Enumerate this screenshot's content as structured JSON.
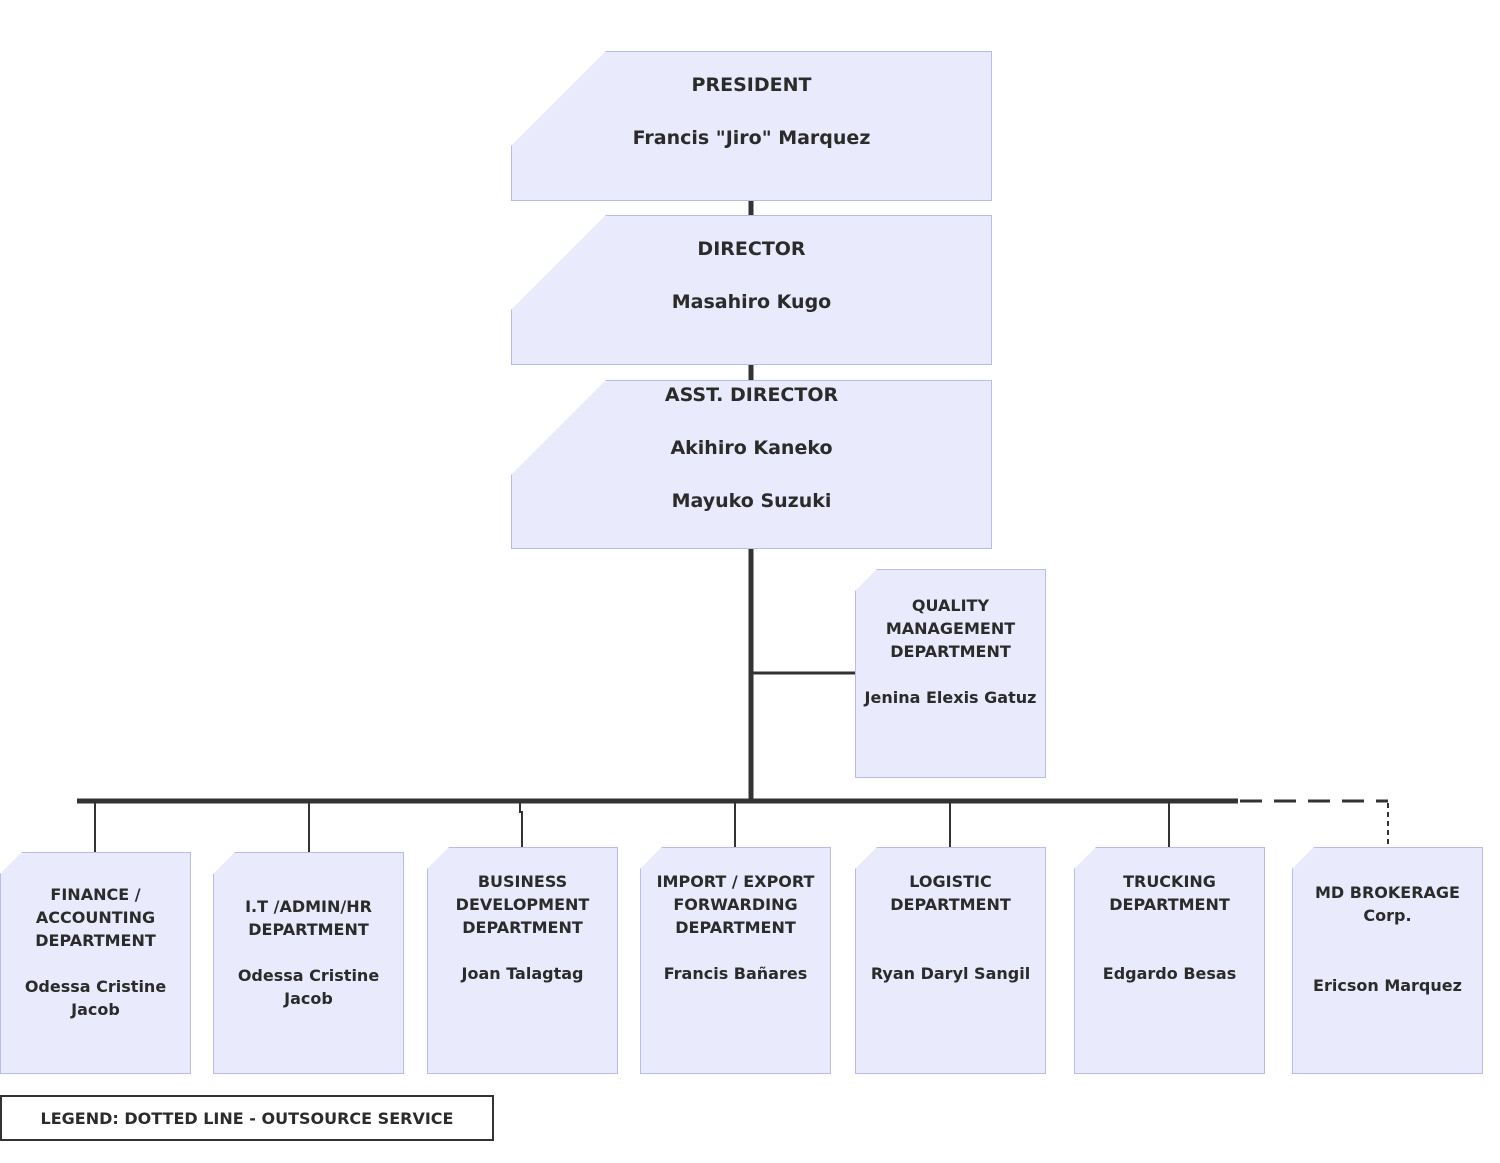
{
  "president": {
    "title": "PRESIDENT",
    "name": "Francis \"Jiro\" Marquez"
  },
  "director": {
    "title": "DIRECTOR",
    "name": "Masahiro Kugo"
  },
  "asst_director": {
    "title": "ASST. DIRECTOR",
    "names": [
      "Akihiro Kaneko",
      "Mayuko Suzuki"
    ]
  },
  "quality": {
    "title": [
      "QUALITY",
      "MANAGEMENT",
      "DEPARTMENT"
    ],
    "name": "Jenina Elexis Gatuz"
  },
  "departments": [
    {
      "title": [
        "FINANCE /",
        "ACCOUNTING",
        "DEPARTMENT"
      ],
      "name": "Odessa Cristine Jacob"
    },
    {
      "title": [
        "I.T /ADMIN/HR",
        "DEPARTMENT"
      ],
      "name": "Odessa Cristine Jacob"
    },
    {
      "title": [
        "BUSINESS",
        "DEVELOPMENT",
        "DEPARTMENT"
      ],
      "name": "Joan Talagtag"
    },
    {
      "title": [
        "IMPORT / EXPORT",
        "FORWARDING",
        "DEPARTMENT"
      ],
      "name": "Francis Bañares"
    },
    {
      "title": [
        "LOGISTIC",
        "DEPARTMENT"
      ],
      "name": "Ryan Daryl Sangil"
    },
    {
      "title": [
        "TRUCKING",
        "DEPARTMENT"
      ],
      "name": "Edgardo Besas"
    },
    {
      "title": [
        "MD BROKERAGE",
        "Corp."
      ],
      "name": "Ericson Marquez"
    }
  ],
  "legend": "LEGEND: DOTTED LINE - OUTSOURCE SERVICE",
  "colors": {
    "box_fill": "#e9eafb",
    "box_border": "#b9bce6",
    "line": "#333333"
  }
}
